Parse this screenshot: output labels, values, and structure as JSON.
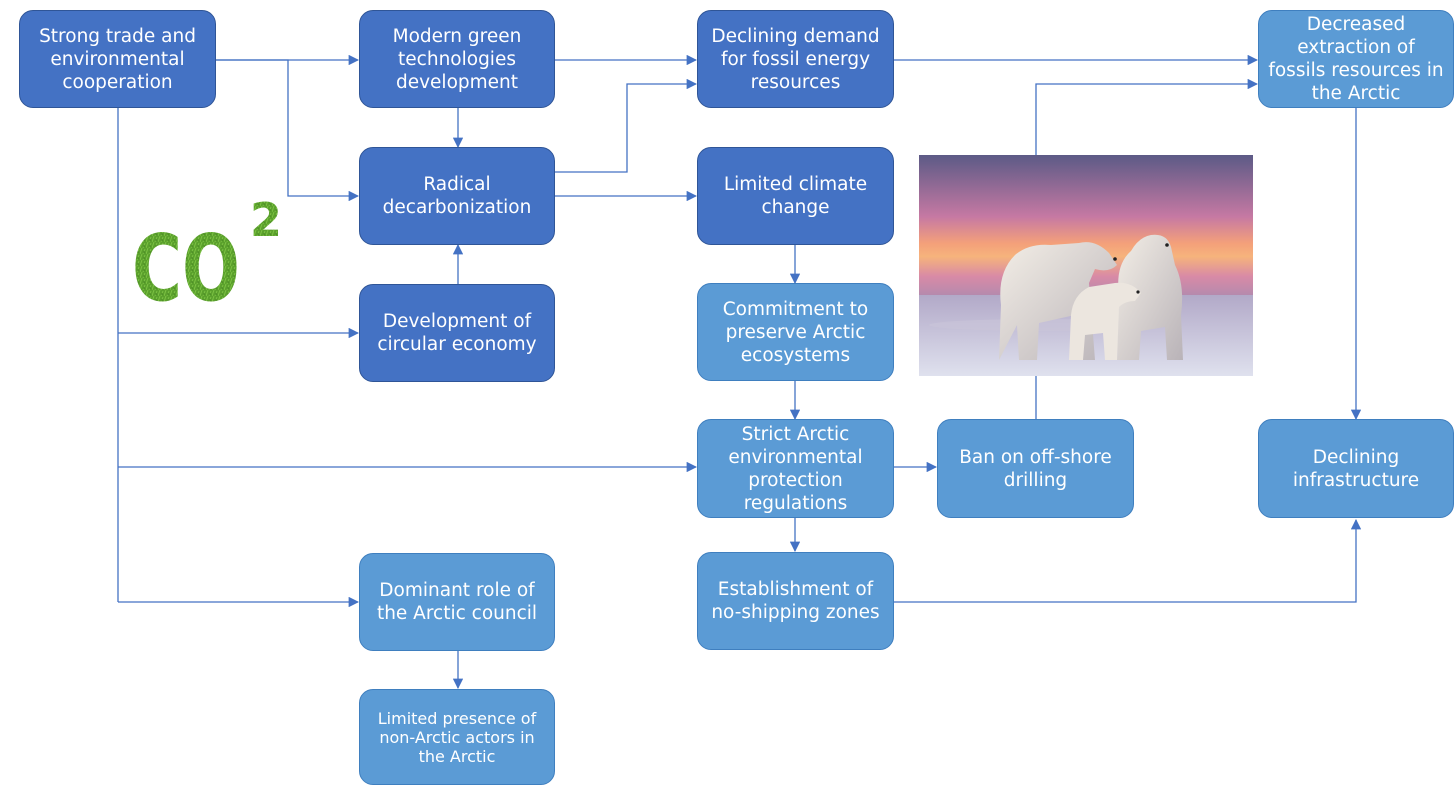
{
  "nodes": {
    "trade": "Strong trade and environmental cooperation",
    "green_tech": "Modern green technologies development",
    "declining_demand": "Declining demand for fossil energy resources",
    "decreased_extraction": "Decreased extraction of fossils resources in the Arctic",
    "decarbonization": "Radical decarbonization",
    "limited_climate": "Limited climate change",
    "circular_economy": "Development of circular economy",
    "commitment": "Commitment to preserve Arctic ecosystems",
    "strict_regulations": "Strict Arctic environmental protection regulations",
    "ban_drilling": "Ban on off-shore drilling",
    "declining_infra": "Declining infrastructure",
    "no_shipping": "Establishment of no-shipping zones",
    "arctic_council": "Dominant role of the Arctic council",
    "non_arctic": "Limited presence of non-Arctic actors in the Arctic"
  },
  "logo": {
    "text": "CO",
    "superscript": "2"
  },
  "colors": {
    "dark_box": "#4472c4",
    "light_box": "#5b9bd5",
    "arrow": "#4472c4",
    "logo_green": "#5aa02c"
  },
  "photo": {
    "subject": "polar-bears-at-sunset"
  }
}
